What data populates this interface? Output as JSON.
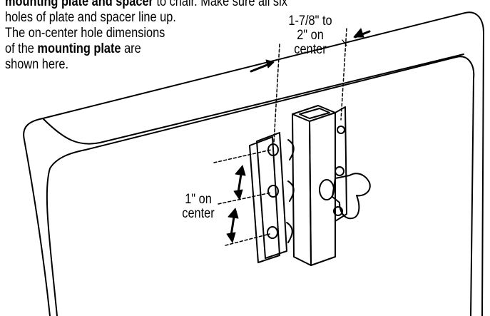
{
  "instructions": {
    "line1_bold": "mounting plate and spacer",
    "line1_rest": " to chair. Make sure all six",
    "line2": "holes of plate and spacer line up.",
    "line3": "The on-center hole dimensions",
    "line4_pre": "of the ",
    "line4_bold": "mounting plate",
    "line4_post": " are",
    "line5": "shown here."
  },
  "callouts": {
    "top_line1": "1-7/8\" to",
    "top_line2": "2\" on",
    "top_line3": "center",
    "side_line1": "1\" on",
    "side_line2": "center"
  }
}
